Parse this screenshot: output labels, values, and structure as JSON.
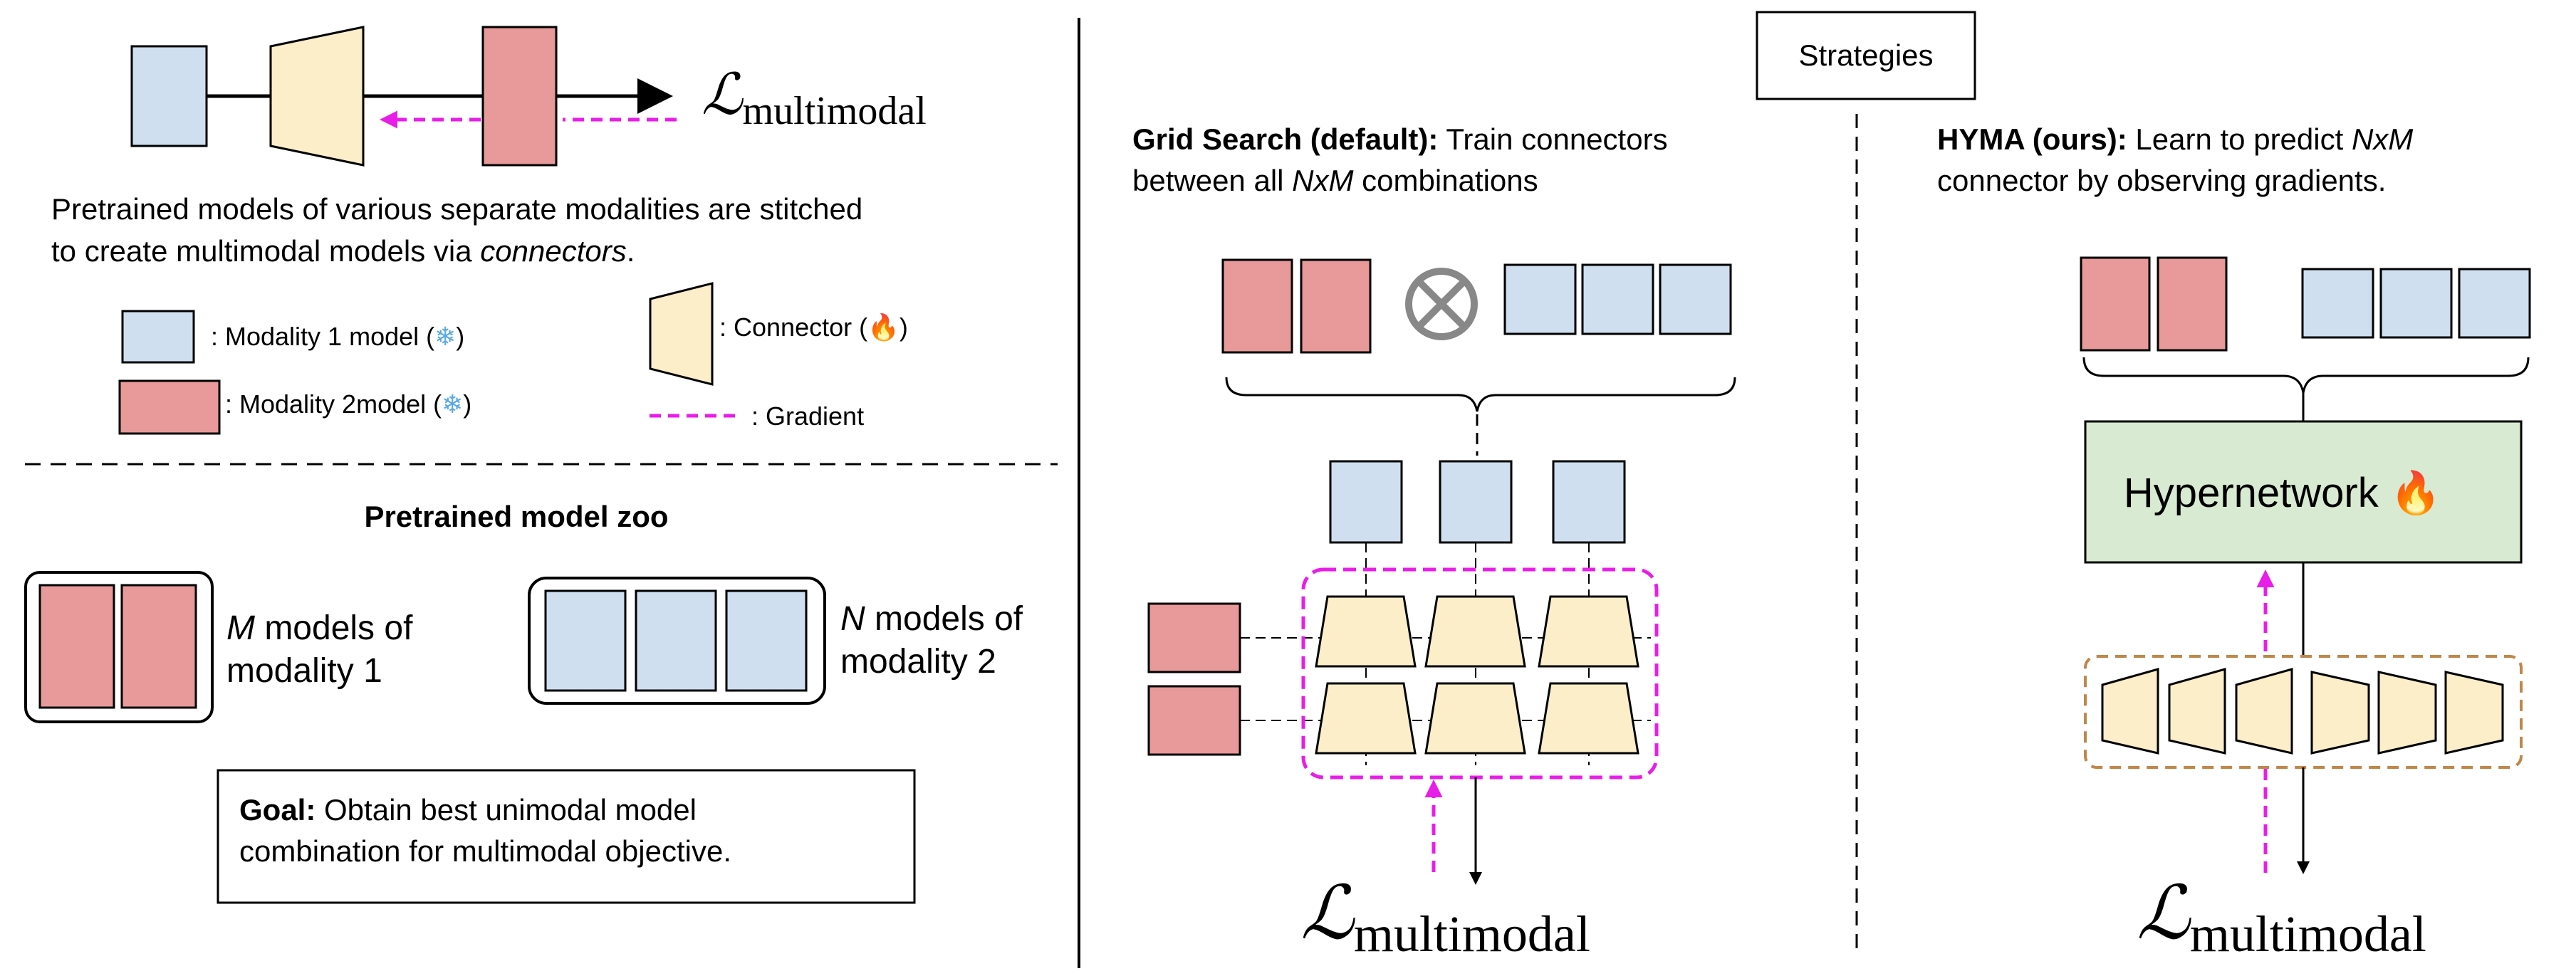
{
  "colors": {
    "modality1": "#cfdff0",
    "modality2": "#e89999",
    "connector": "#fbeec9",
    "gradient": "#e81ee8",
    "hypernetwork": "#d8ead1",
    "orange_dash": "#c0874a"
  },
  "loss": {
    "symbol": "ℒ",
    "subscript": "multimodal"
  },
  "left_panel": {
    "caption_line1": "Pretrained models of various separate modalities are stitched",
    "caption_line2_prefix": "to create multimodal models via ",
    "caption_line2_italic": "connectors",
    "caption_line2_suffix": ".",
    "legend": {
      "modality1": ": Modality 1 model (",
      "modality2": ": Modality 2model (",
      "connector": ": Connector (",
      "gradient": ": Gradient",
      "close_paren": ")",
      "snowflake_icon": "❄",
      "fire_icon": "🔥"
    },
    "zoo_title": "Pretrained model zoo",
    "zoo_m_italic": "M",
    "zoo_m_rest": " models of",
    "zoo_m_line2": "modality 1",
    "zoo_n_italic": "N",
    "zoo_n_rest": " models of",
    "zoo_n_line2": "modality 2",
    "goal_bold": "Goal:",
    "goal_rest": " Obtain best unimodal model",
    "goal_line2": "combination for multimodal objective."
  },
  "strategies_label": "Strategies",
  "grid_search": {
    "title_bold": "Grid Search (default):",
    "title_rest": " Train connectors",
    "line2_prefix": "between all ",
    "line2_italic": "NxM",
    "line2_suffix": " combinations",
    "otimes_icon": "⊗"
  },
  "hyma": {
    "title_bold": "HYMA (ours):",
    "title_rest": " Learn to predict ",
    "title_italic": "NxM",
    "line2": "connector by observing gradients.",
    "hypernetwork_label": "Hypernetwork",
    "fire_icon": "🔥"
  }
}
